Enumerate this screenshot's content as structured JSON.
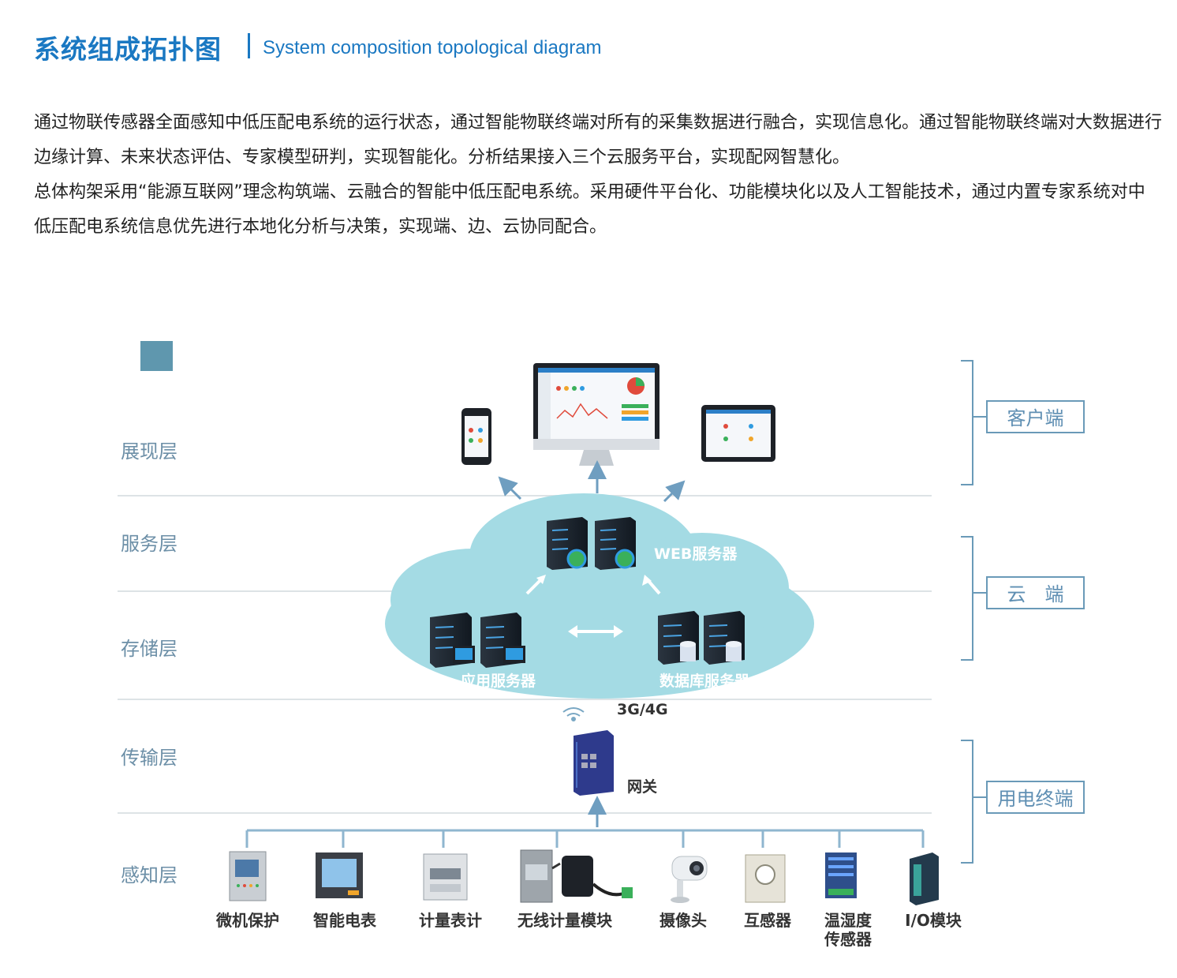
{
  "header": {
    "title_zh": "系统组成拓扑图",
    "title_en": "System composition topological diagram"
  },
  "intro": {
    "paragraph1": "通过物联传感器全面感知中低压配电系统的运行状态，通过智能物联终端对所有的采集数据进行融合，实现信息化。通过智能物联终端对大数据进行边缘计算、未来状态评估、专家模型研判，实现智能化。分析结果接入三个云服务平台，实现配网智慧化。",
    "paragraph2": "总体构架采用“能源互联网”理念构筑端、云融合的智能中低压配电系统。采用硬件平台化、功能模块化以及人工智能技术，通过内置专家系统对中低压配电系统信息优先进行本地化分析与决策，实现端、边、云协同配合。"
  },
  "layers": [
    "展现层",
    "服务层",
    "存储层",
    "传输层",
    "感知层"
  ],
  "side_groups": [
    "客户端",
    "云　端",
    "用电终端"
  ],
  "cloud": {
    "web_server": "WEB服务器",
    "app_server": "应用服务器",
    "db_server": "数据库服务器"
  },
  "transport": {
    "network": "3G/4G",
    "gateway": "网关"
  },
  "devices": [
    {
      "label": "微机保护"
    },
    {
      "label": "智能电表"
    },
    {
      "label": "计量表计"
    },
    {
      "label": "无线计量模块"
    },
    {
      "label": "摄像头"
    },
    {
      "label": "互感器"
    },
    {
      "label": "温湿度\n传感器"
    },
    {
      "label": "I/O模块"
    }
  ],
  "colors": {
    "title": "#1a78c2",
    "cloud": "#a4dbe4",
    "layer_label": "#6c8fa7",
    "side_box": "#6a9ab8",
    "connector": "#8fb6cf"
  }
}
